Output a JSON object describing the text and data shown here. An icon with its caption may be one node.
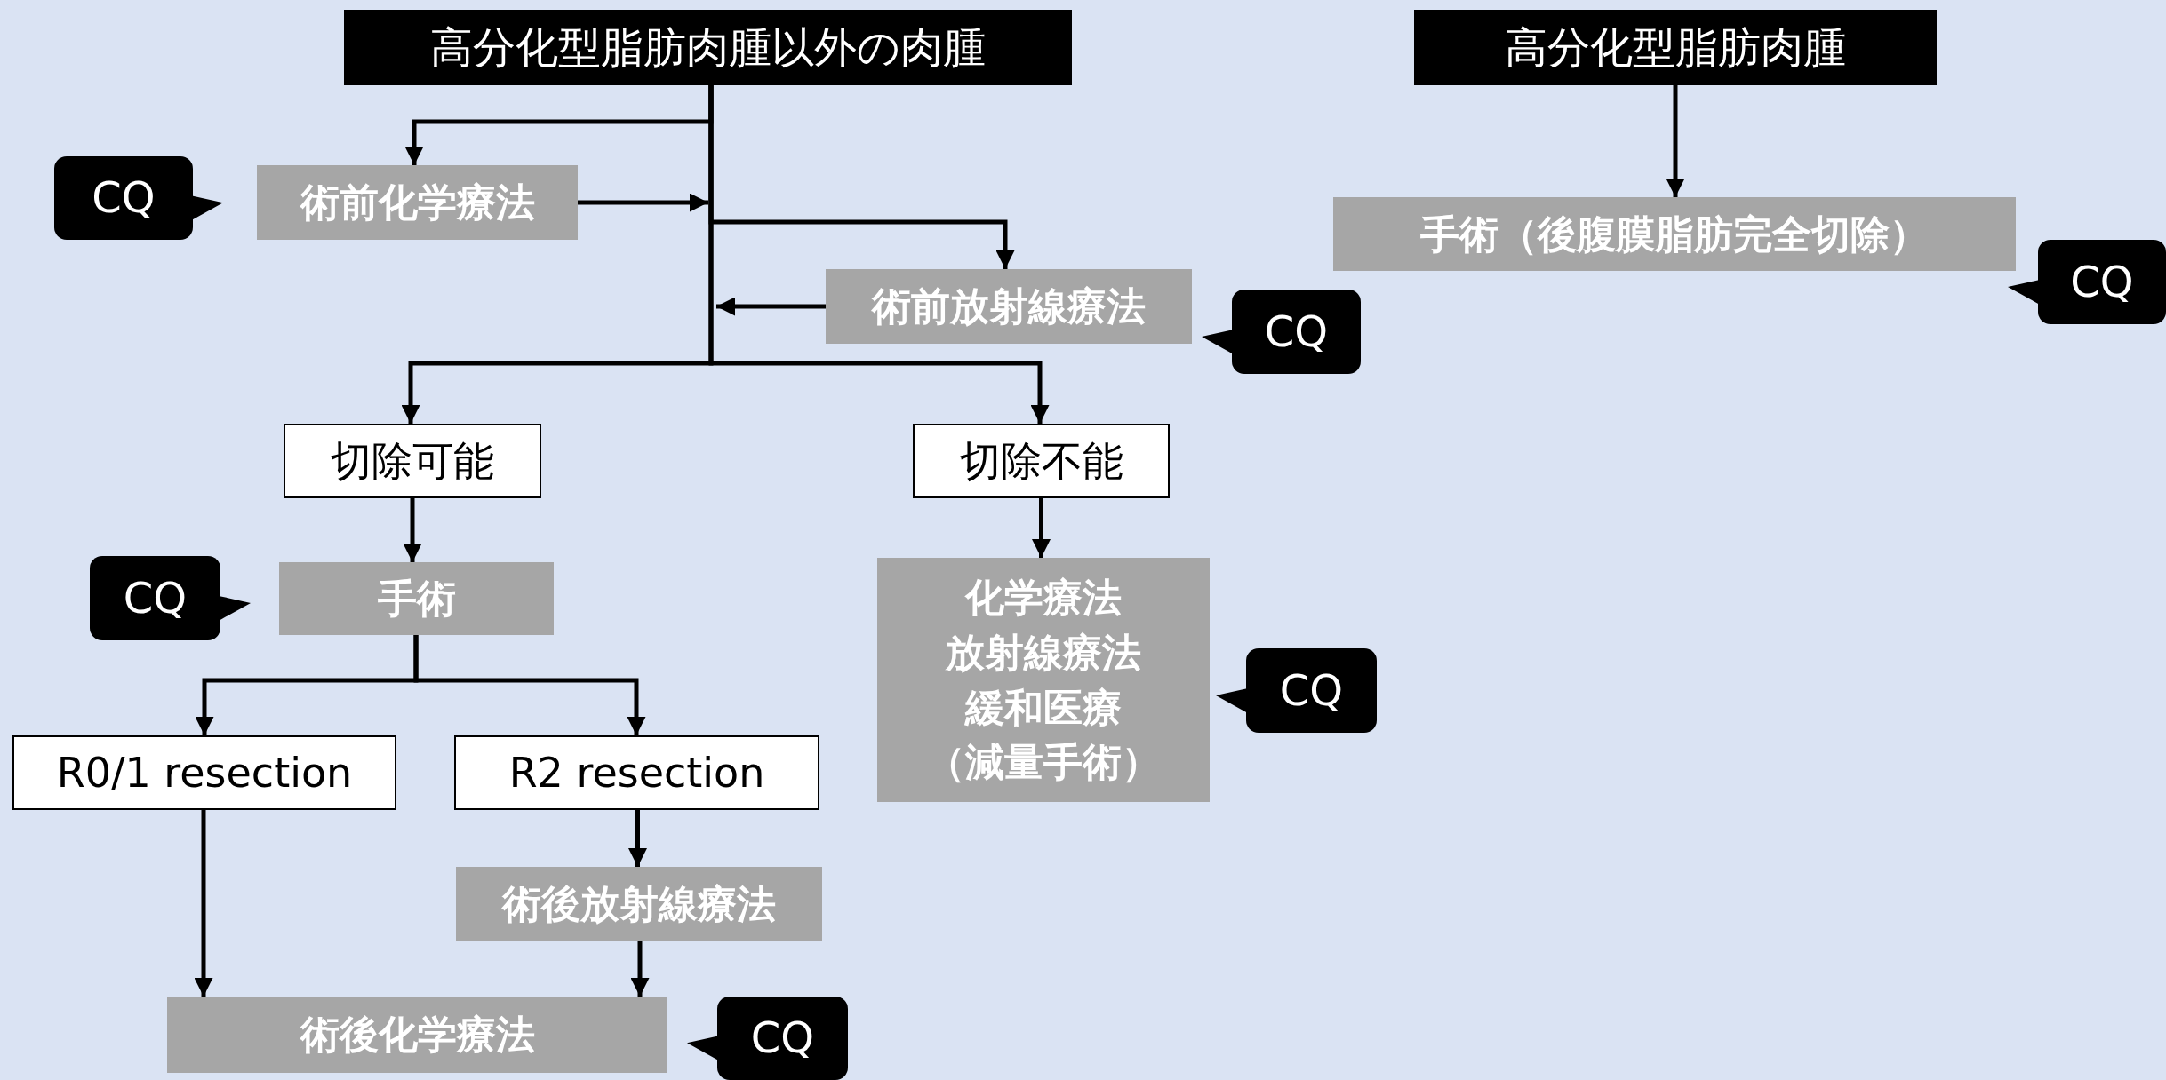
{
  "diagram": {
    "nodes": [
      {
        "text": [
          "高分化型脂肪肉腫以外の肉腫"
        ]
      },
      {
        "text": [
          "高分化型脂肪肉腫"
        ]
      },
      {
        "text": [
          "CQ"
        ]
      },
      {
        "text": [
          "術前化学療法"
        ]
      },
      {
        "text": [
          "術前放射線療法"
        ]
      },
      {
        "text": [
          "CQ"
        ]
      },
      {
        "text": [
          "手術（後腹膜脂肪完全切除）"
        ]
      },
      {
        "text": [
          "CQ"
        ]
      },
      {
        "text": [
          "切除可能"
        ]
      },
      {
        "text": [
          "切除不能"
        ]
      },
      {
        "text": [
          "CQ"
        ]
      },
      {
        "text": [
          "手術"
        ]
      },
      {
        "text": [
          "化学療法",
          "放射線療法",
          "緩和医療",
          "（減量手術）"
        ]
      },
      {
        "text": [
          "CQ"
        ]
      },
      {
        "text": [
          "R0/1 resection"
        ]
      },
      {
        "text": [
          "R2 resection"
        ]
      },
      {
        "text": [
          "術後放射線療法"
        ]
      },
      {
        "text": [
          "術後化学療法"
        ]
      },
      {
        "text": [
          "CQ"
        ]
      }
    ],
    "edges": [
      {
        "from": 0,
        "to": 3,
        "arrow": "to"
      },
      {
        "from": 3,
        "to": null,
        "arrow": "to"
      },
      {
        "from": 0,
        "to": 4,
        "arrow": "to"
      },
      {
        "from": 4,
        "to": null,
        "arrow": "to"
      },
      {
        "from": 0,
        "to": 8,
        "arrow": "to"
      },
      {
        "from": 0,
        "to": 9,
        "arrow": "to"
      },
      {
        "from": 1,
        "to": 6,
        "arrow": "to"
      },
      {
        "from": 8,
        "to": 11,
        "arrow": "to"
      },
      {
        "from": 9,
        "to": 12,
        "arrow": "to"
      },
      {
        "from": 11,
        "to": 14,
        "arrow": "to"
      },
      {
        "from": 11,
        "to": 15,
        "arrow": "to"
      },
      {
        "from": 14,
        "to": 17,
        "arrow": "to"
      },
      {
        "from": 15,
        "to": 16,
        "arrow": "to"
      },
      {
        "from": 16,
        "to": 17,
        "arrow": "to"
      }
    ]
  }
}
